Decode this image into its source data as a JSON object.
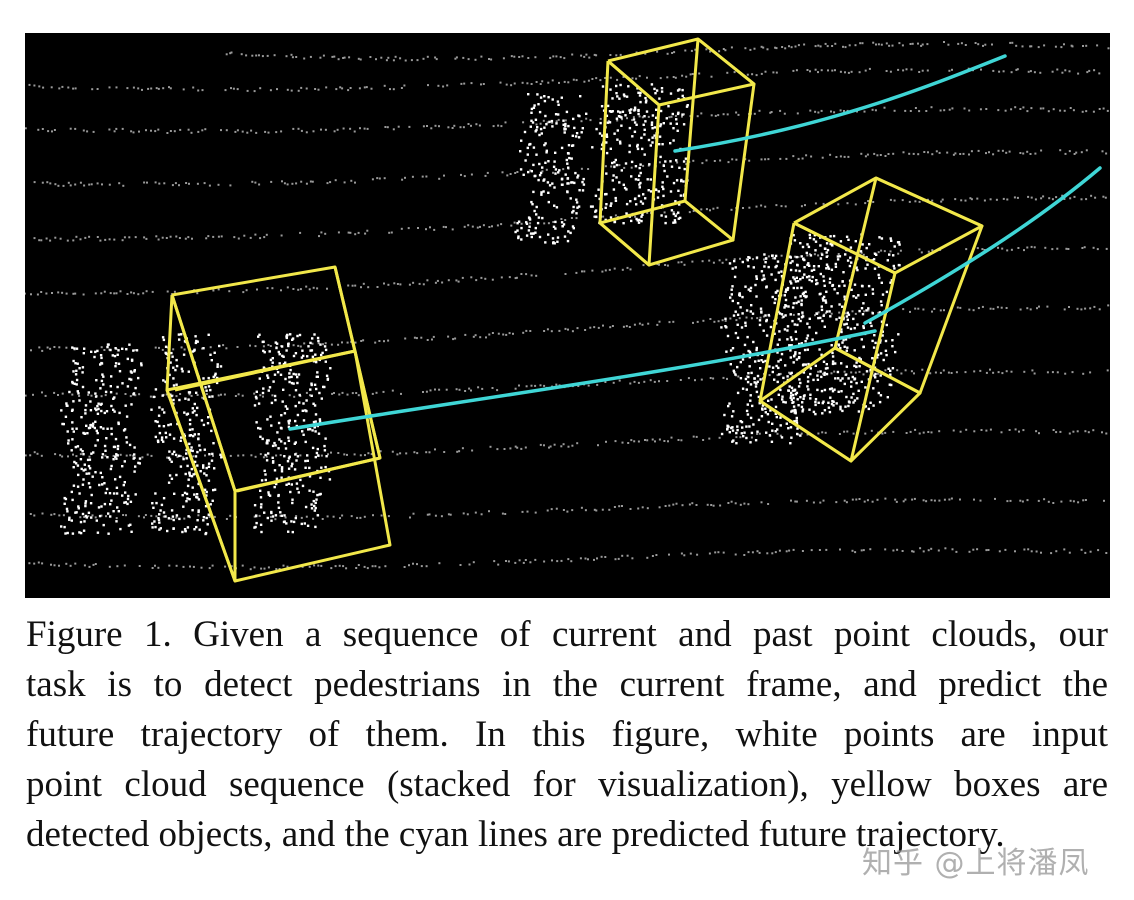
{
  "figure": {
    "colors": {
      "background": "#000000",
      "points": "#ffffff",
      "boxes": "#f2e84a",
      "trajectories": "#3fd6d6"
    },
    "legend_semantics": [
      "white points: input point cloud sequence",
      "yellow boxes: detected objects",
      "cyan lines: predicted future trajectory"
    ]
  },
  "caption": {
    "lines": [
      "Figure 1. Given a sequence of current and past point clouds, our",
      "task is to detect pedestrians in the current frame, and predict the",
      "future trajectory of them.  In this figure, white points are input",
      "point cloud sequence (stacked for visualization), yellow boxes are",
      "detected objects, and the cyan lines are predicted future trajectory."
    ]
  },
  "watermark": "知乎 @上将潘凤"
}
